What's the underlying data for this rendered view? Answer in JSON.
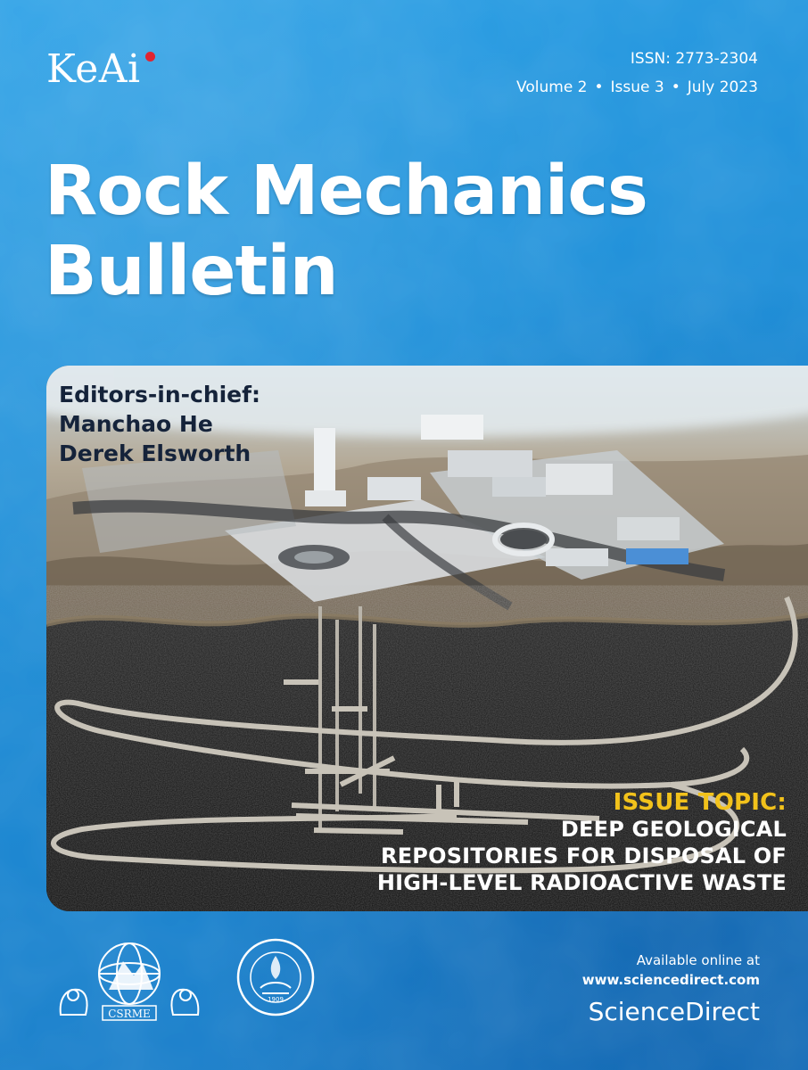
{
  "publisher": {
    "name": "KeAi",
    "accent_color": "#e02431"
  },
  "issn": "ISSN: 2773-2304",
  "issue": {
    "volume": "Volume 2",
    "issue": "Issue 3",
    "date": "July 2023",
    "separator": "•"
  },
  "journal": {
    "title_line1": "Rock Mechanics",
    "title_line2": "Bulletin"
  },
  "editors": {
    "heading": "Editors-in-chief:",
    "names": [
      "Manchao He",
      "Derek Elsworth"
    ]
  },
  "issue_topic": {
    "heading": "ISSUE TOPIC:",
    "lines": [
      "DEEP GEOLOGICAL",
      "REPOSITORIES FOR DISPOSAL OF",
      "HIGH-LEVEL RADIOACTIVE WASTE"
    ],
    "heading_color": "#f2c21b"
  },
  "availability": {
    "available_text": "Available online at",
    "url": "www.sciencedirect.com",
    "platform": "ScienceDirect"
  },
  "emblems": {
    "society_label": "CSRME",
    "university_year": "1909"
  },
  "colors": {
    "background": "#1e8fd6",
    "title": "#ffffff",
    "editors_text": "#15233a"
  }
}
